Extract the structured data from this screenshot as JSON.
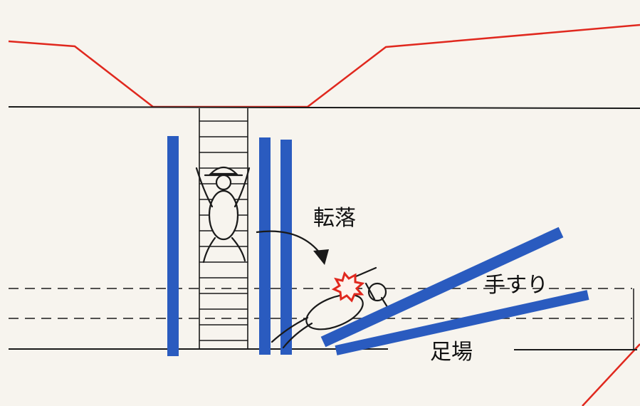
{
  "labels": {
    "fall": "転落",
    "handrail": "手すり",
    "scaffold": "足場"
  },
  "colors": {
    "background": "#f7f4ee",
    "line": "#1a1a1a",
    "slope": "#e0281e",
    "post": "#2a5bbf",
    "impact": "#e0281e"
  },
  "icons": {
    "climbing_worker": "worker-on-ladder-icon",
    "fallen_worker": "fallen-worker-icon",
    "impact": "impact-burst-icon",
    "fall_arrow": "curved-arrow-icon"
  }
}
